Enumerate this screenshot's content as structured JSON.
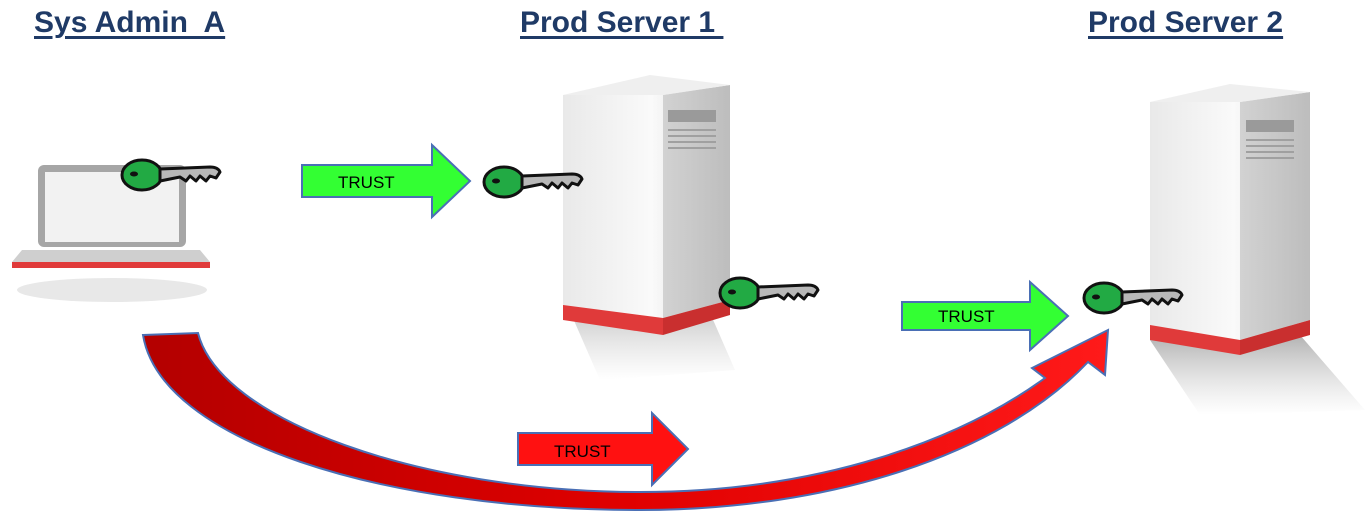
{
  "titles": {
    "sys_admin": "Sys Admin  A",
    "prod_server_1": "Prod Server 1 ",
    "prod_server_2": "Prod Server 2"
  },
  "arrows": {
    "admin_to_server1": "TRUST",
    "server1_to_server2": "TRUST",
    "admin_to_server2": "TRUST"
  },
  "colors": {
    "title": "#1f3a66",
    "trust_green": "#33ff33",
    "trust_red": "#ff1111",
    "key_green": "#22aa44",
    "server_red": "#e03a3a"
  }
}
